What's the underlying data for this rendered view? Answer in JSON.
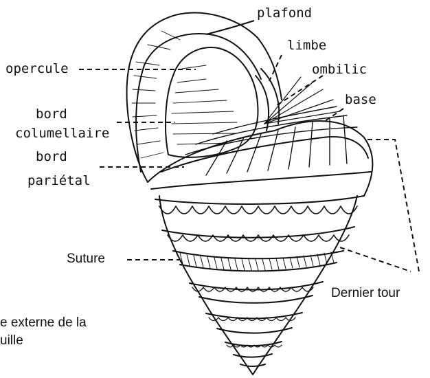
{
  "labels": {
    "plafond": "plafond",
    "limbe": "limbe",
    "ombilic": "ombilic",
    "opercule": "opercule",
    "base": "base",
    "bord_columellaire_1": "bord",
    "bord_columellaire_2": "columellaire",
    "bord_parietal_1": "bord",
    "bord_parietal_2": "pariétal",
    "suture": "Suture",
    "dernier_tour": "Dernier tour",
    "caption_1": "e externe de la",
    "caption_2": "uille"
  },
  "colors": {
    "ink": "#111111",
    "paper": "#ffffff"
  }
}
